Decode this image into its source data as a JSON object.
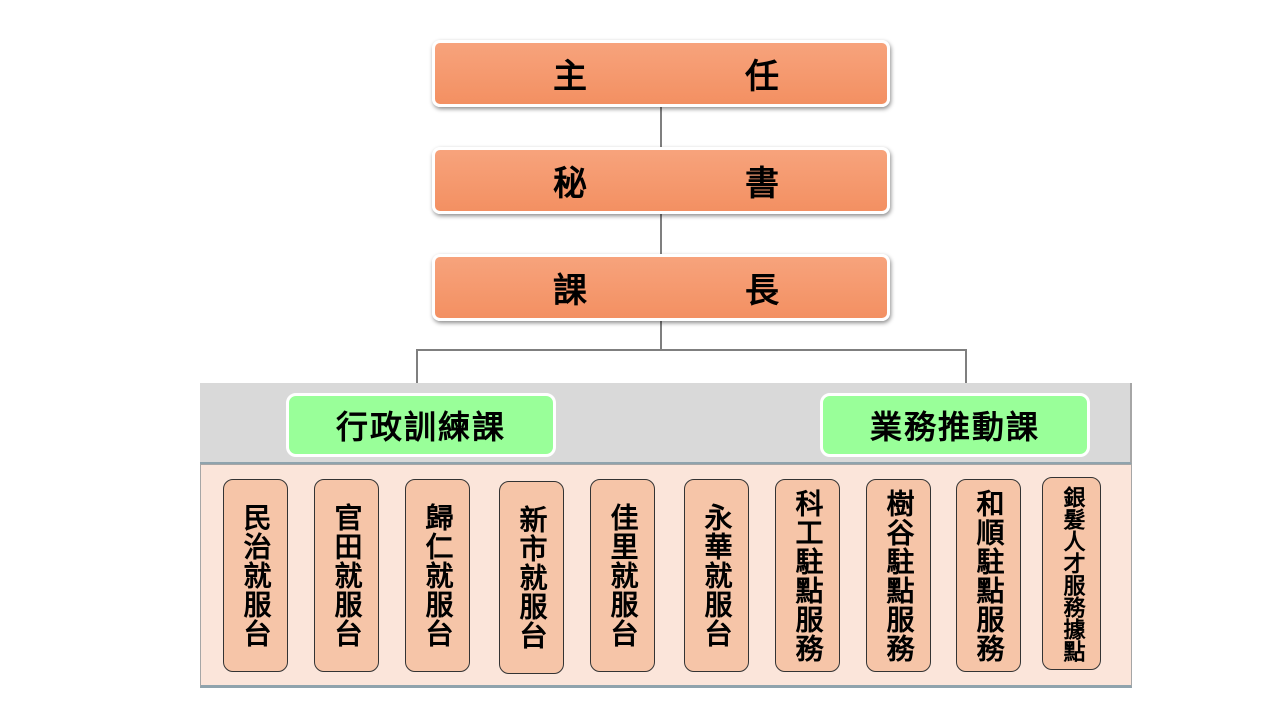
{
  "top_boxes": [
    {
      "chars": [
        "主",
        "任"
      ]
    },
    {
      "chars": [
        "秘",
        "書"
      ]
    },
    {
      "chars": [
        "課",
        "長"
      ]
    }
  ],
  "sections": [
    {
      "label": "行政訓練課"
    },
    {
      "label": "業務推動課"
    }
  ],
  "units": [
    "民治就服台",
    "官田就服台",
    "歸仁就服台",
    "新市就服台",
    "佳里就服台",
    "永華就服台",
    "科工駐點服務",
    "樹谷駐點服務",
    "和順駐點服務",
    "銀髮人才服務據點"
  ],
  "colors": {
    "top_box": "#F39062",
    "section": "#99FF99",
    "unit": "#F6C5A8",
    "band_gray": "#D9D9D9",
    "band_peach": "#FBE5DA"
  }
}
